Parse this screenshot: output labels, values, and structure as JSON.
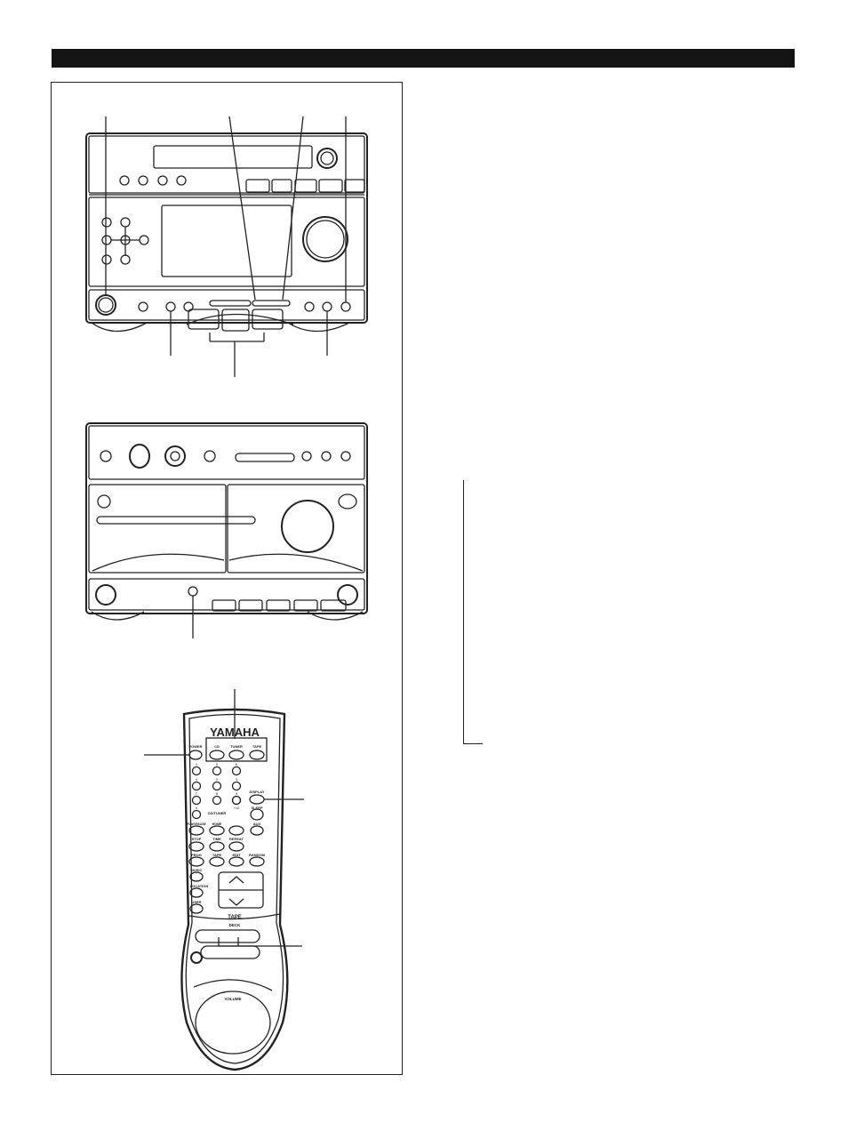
{
  "remote": {
    "brand": "YAMAHA",
    "buttons": {
      "power": "POWER",
      "cd": "CD",
      "tuner": "TUNER",
      "tape": "TAPE",
      "display": "DISPLAY",
      "sleep": "SLEEP",
      "aux": "AUX",
      "stop": "STOP",
      "time": "TIME",
      "repeat": "REPEAT",
      "prog": "PROG",
      "tape_small": "TAPE",
      "edit": "EDIT",
      "random": "RANDOM",
      "music": "MUSIC",
      "location": "LOCATION",
      "user": "USER",
      "play_pause": "PLAY/PAUSE",
      "home": "HOME",
      "cd_tuner": "CD/TUNER",
      "volume": "VOLUME",
      "tape_arc": "TAPE",
      "deck": "DECK"
    },
    "digits": [
      "1",
      "2",
      "3",
      "4",
      "5",
      "6",
      "7",
      "8",
      "9",
      "0",
      "+10"
    ]
  },
  "colors": {
    "ink": "#141414",
    "panel": "#ffffff"
  }
}
